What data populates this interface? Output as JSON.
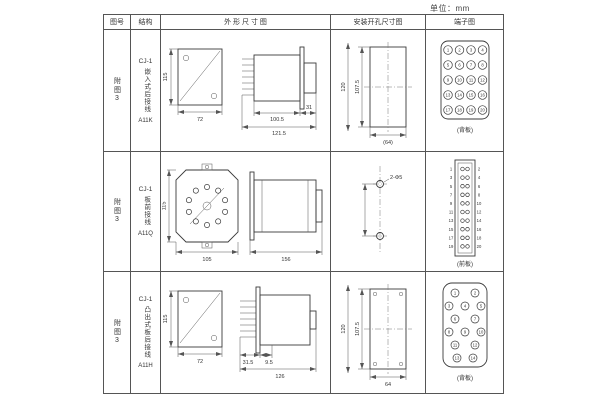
{
  "unit_label": "单位：mm",
  "headers": {
    "figure": "图号",
    "structure": "结构",
    "outline": "外 形 尺 寸 图",
    "install": "安装开孔尺寸图",
    "terminal": "端子图"
  },
  "rows": [
    {
      "figure_no": "附图3",
      "series": "CJ-1",
      "structure_name": "嵌入式后接线",
      "model": "A11K",
      "dims": {
        "front_h": "115",
        "front_w": "72",
        "side_a": "100.5",
        "side_b": "121.5",
        "side_c": "31"
      },
      "install": {
        "inner_v": "107.5",
        "outer_v": "120",
        "width": "(64)"
      },
      "terminal": {
        "caption": "(背板)",
        "numbers": [
          1,
          2,
          3,
          4,
          5,
          6,
          7,
          8,
          9,
          10,
          11,
          12,
          13,
          14,
          15,
          16,
          17,
          18,
          19,
          20
        ]
      }
    },
    {
      "figure_no": "附图3",
      "series": "CJ-1",
      "structure_name": "板前接线",
      "model": "A11Q",
      "dims": {
        "front_h": "115",
        "front_w": "105",
        "side_a": "156"
      },
      "install": {
        "holes": "2-Φ5"
      },
      "terminal": {
        "caption": "(前板)",
        "numbers": [
          1,
          2,
          3,
          4,
          5,
          6,
          7,
          8,
          9,
          10,
          11,
          12,
          13,
          14,
          15,
          16,
          17,
          18,
          19,
          20
        ]
      }
    },
    {
      "figure_no": "附图3",
      "series": "CJ-1",
      "structure_name": "凸出式板后接线",
      "model": "A11H",
      "dims": {
        "front_h": "115",
        "front_w": "72",
        "side_a": "31.5",
        "side_b": "9.5",
        "side_c": "126"
      },
      "install": {
        "inner_v": "107.5",
        "outer_v": "120",
        "width": "64"
      },
      "terminal": {
        "caption": "(背板)",
        "numbers": [
          1,
          2,
          3,
          4,
          5,
          6,
          7,
          8,
          9,
          10,
          11,
          12,
          13,
          14
        ]
      }
    }
  ]
}
